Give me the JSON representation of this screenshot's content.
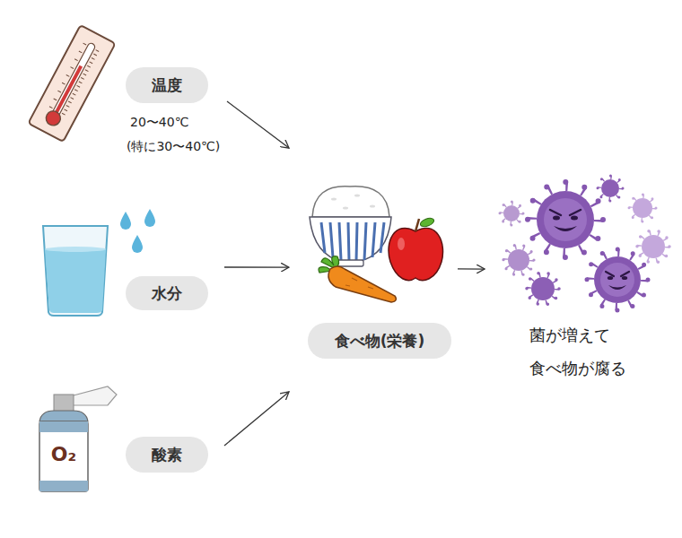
{
  "diagram": {
    "nodes": [
      {
        "text": [
          "温度",
          "20〜40℃",
          "(特に30〜40℃)"
        ]
      },
      {
        "text": [
          "水分"
        ]
      },
      {
        "text": [
          "酸素"
        ]
      },
      {
        "text": [
          "食べ物(栄養)"
        ]
      },
      {
        "text": [
          "菌が増えて 食べ物が腐る"
        ]
      }
    ],
    "edges": [
      {
        "from": 0,
        "to": 3,
        "arrow": "to"
      },
      {
        "from": 1,
        "to": 3,
        "arrow": "to"
      },
      {
        "from": 2,
        "to": 3,
        "arrow": "to"
      },
      {
        "from": 3,
        "to": 4,
        "arrow": "to"
      }
    ],
    "labels": [
      "O₂"
    ]
  }
}
